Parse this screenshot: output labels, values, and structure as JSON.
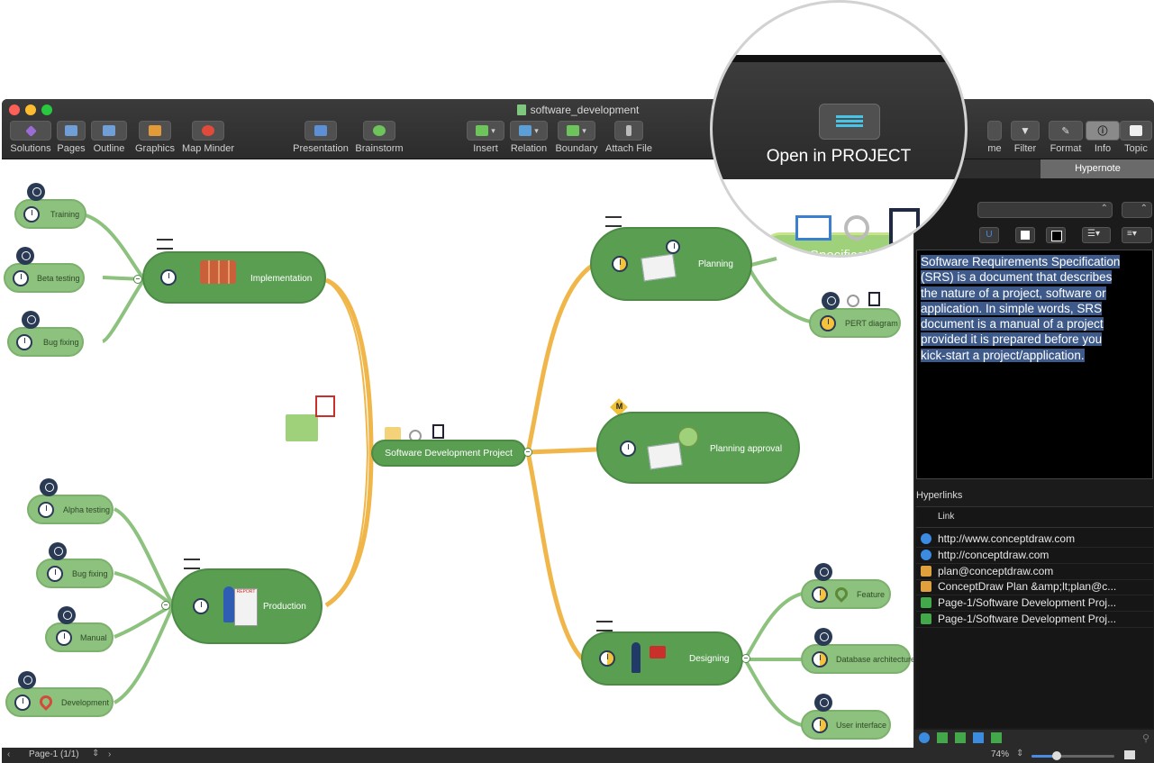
{
  "window": {
    "title": "software_development"
  },
  "toolbar": {
    "left": [
      {
        "label": "Solutions",
        "color": "#9b6cd6"
      },
      {
        "label": "Pages",
        "color": "#6f9fd6"
      },
      {
        "label": "Outline",
        "color": "#6f9fd6"
      },
      {
        "label": "Graphics",
        "color": "#e39b3a"
      },
      {
        "label": "Map Minder",
        "color": "#e04a3a"
      }
    ],
    "middle": [
      {
        "label": "Presentation",
        "color": "#5c8fd6"
      },
      {
        "label": "Brainstorm",
        "color": "#6dc45a"
      }
    ],
    "right": [
      {
        "label": "Insert",
        "color": "#6dc45a"
      },
      {
        "label": "Relation",
        "color": "#5c9fd6"
      },
      {
        "label": "Boundary",
        "color": "#6dc45a"
      },
      {
        "label": "Attach File",
        "color": "#bbbbbb"
      }
    ],
    "far_right": [
      {
        "label": "me"
      },
      {
        "label": "Filter"
      },
      {
        "label": "Format"
      },
      {
        "label": "Info"
      },
      {
        "label": "Topic"
      }
    ]
  },
  "magnifier": {
    "button_label": "Open in PROJECT",
    "topic_label": "Specification"
  },
  "mindmap": {
    "central": "Software Development Project",
    "implementation": {
      "label": "Implementation",
      "children": [
        "Training",
        "Beta testing",
        "Bug fixing"
      ]
    },
    "production": {
      "label": "Production",
      "children": [
        "Alpha testing",
        "Bug fixing",
        "Manual",
        "Development"
      ],
      "report_label": "REPORT"
    },
    "planning": {
      "label": "Planning",
      "children": [
        "PERT diagram"
      ]
    },
    "planning_approval": {
      "label": "Planning approval",
      "badge": "M"
    },
    "designing": {
      "label": "Designing",
      "children": [
        "Feature",
        "Database architecture",
        "User interface"
      ]
    }
  },
  "sidepanel": {
    "tab": "Hypernote",
    "note": "Software Requirements Specification (SRS) is a document that describes the nature of a project, software or application. In simple words, SRS document is a manual of a project provided it is prepared before you kick-start a project/application.",
    "underline_label": "U",
    "hyperlinks_title": "Hyperlinks",
    "hyperlinks_column": "Link",
    "hyperlinks": [
      "http://www.conceptdraw.com",
      "http://conceptdraw.com",
      "plan@conceptdraw.com",
      "ConceptDraw Plan &amp;lt;plan@c...",
      "Page-1/Software Development Proj...",
      "Page-1/Software Development Proj..."
    ]
  },
  "status": {
    "page": "Page-1 (1/1)",
    "zoom": "74%",
    "zoom_fraction": 0.3
  }
}
